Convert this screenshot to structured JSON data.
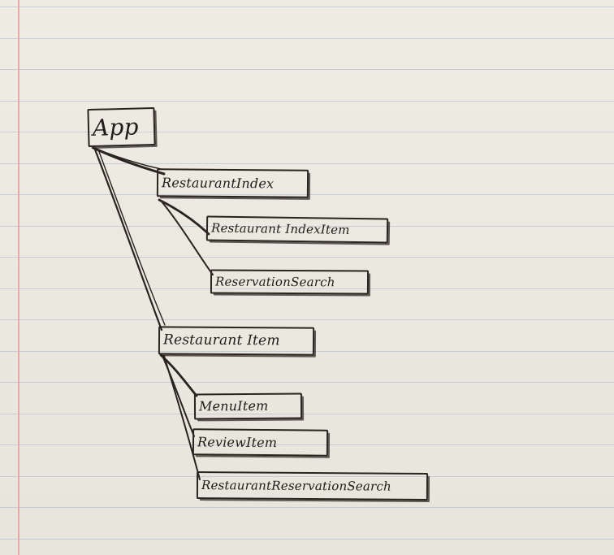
{
  "diagram": {
    "nodes": [
      {
        "id": "app",
        "label": "App"
      },
      {
        "id": "restaurant-index",
        "label": "RestaurantIndex"
      },
      {
        "id": "restaurant-index-item",
        "label": "Restaurant IndexItem"
      },
      {
        "id": "reservation-search",
        "label": "ReservationSearch"
      },
      {
        "id": "restaurant-item",
        "label": "Restaurant Item"
      },
      {
        "id": "menu-item",
        "label": "MenuItem"
      },
      {
        "id": "review-item",
        "label": "ReviewItem"
      },
      {
        "id": "restaurant-reservation-search",
        "label": "RestaurantReservationSearch"
      }
    ],
    "edges": [
      {
        "from": "app",
        "to": "restaurant-index"
      },
      {
        "from": "app",
        "to": "restaurant-item"
      },
      {
        "from": "restaurant-index",
        "to": "restaurant-index-item"
      },
      {
        "from": "restaurant-index",
        "to": "reservation-search"
      },
      {
        "from": "restaurant-item",
        "to": "menu-item"
      },
      {
        "from": "restaurant-item",
        "to": "review-item"
      },
      {
        "from": "restaurant-item",
        "to": "restaurant-reservation-search"
      }
    ]
  },
  "colors": {
    "ink": "#2a2420",
    "paper": "#efece3",
    "rule": "#b9c3d1",
    "margin": "#e8a3a8"
  }
}
